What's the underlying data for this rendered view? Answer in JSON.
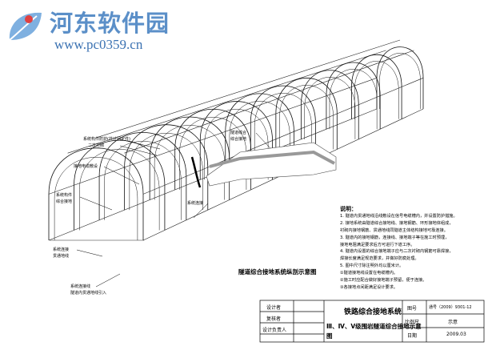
{
  "watermark": {
    "title": "河东软件园",
    "url": "www.pc0359.cn",
    "logo_icon": "leaf-logo-icon",
    "color": "#5b8fc8"
  },
  "labels": {
    "l1": "系统构件防护(共计固定件)",
    "l2": "二次衬砌",
    "l3": "接地电缆敷设",
    "l4": "系统构件",
    "l5": "综合接地",
    "l6": "系统连接",
    "l7": "贯通地线",
    "l8": "系统连接",
    "l9": "隧道综合",
    "l10": "综合接地",
    "l11": "系统连接线",
    "l12": "隧道内贯通地线引入"
  },
  "caption": "隧道综合接地系统纵剖示意图",
  "notes": {
    "head": "说明：",
    "lines": [
      "1. 隧道内贯通地线沿线敷设在信号电缆槽内，并设置防护措施。",
      "2. 接地系统由隧道综合接地线、接地钢筋、环形接地体组成，",
      "   衬砌内接地钢筋、贯通地线同隧道主体结构接地可靠连接。",
      "3. 隧道内的接地钢筋，连接线、接地端子等在施工时预埋，",
      "   接地电阻满足要求后方可进行下道工序。",
      "4. 隧道内设置的综合接地端子应与二次衬砌内钢筋可靠焊接，",
      "   焊接长度满足规范要求，并做好防腐处理。",
      "5. 图中尺寸除注明外均以厘米计。",
      "①隧道接地线设置在电缆槽内。",
      "②施工时应配合做好接地端子预留，便于连接。",
      "③各接地点间距满足设计要求。"
    ]
  },
  "title_block": {
    "r_designer": "设计者",
    "r_checker": "复核者",
    "r_leader": "设计负责人",
    "main_title": "铁路综合接地系统",
    "sub_title": "Ⅲ、Ⅳ、Ⅴ级围岩隧道综合接地示意",
    "sub_title2": "图",
    "k_code": "图号",
    "v_code": "通号（2009）9301-12",
    "k_scale": "比例尺",
    "v_scale": "示意",
    "k_date": "日期",
    "v_date": "2009.03"
  }
}
